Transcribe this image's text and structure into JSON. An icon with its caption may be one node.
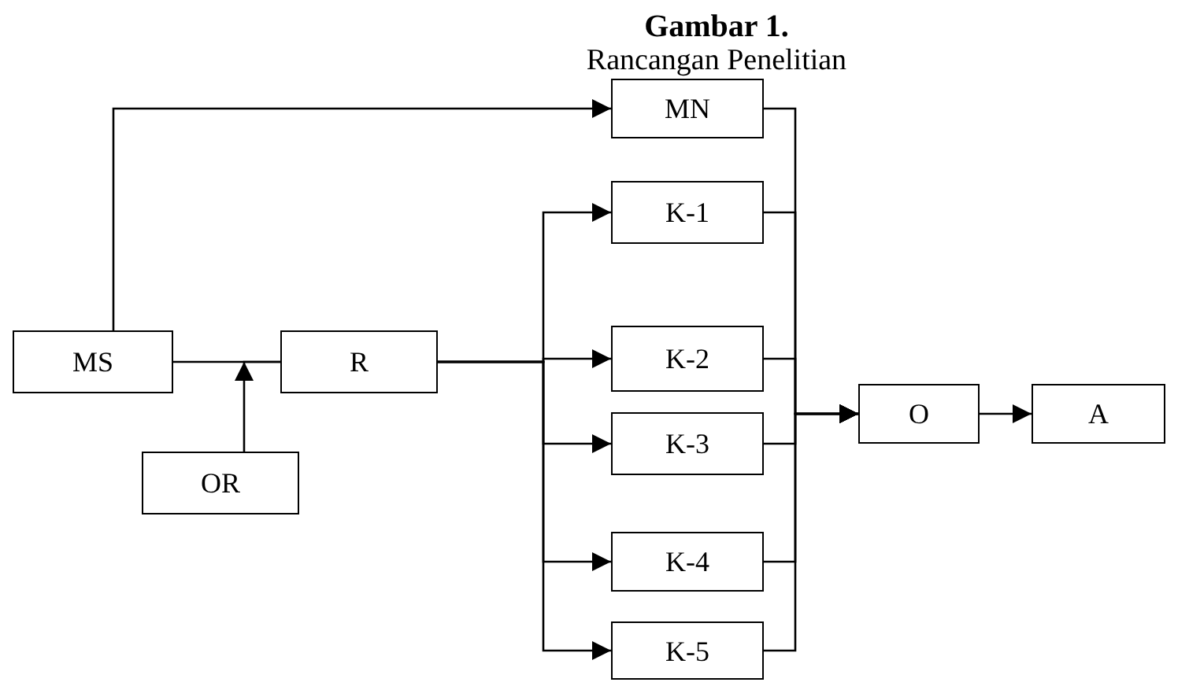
{
  "diagram": {
    "title": "Gambar 1.",
    "caption": "Rancangan Penelitian",
    "nodes": [
      {
        "text": [
          "MS"
        ]
      },
      {
        "text": [
          "R"
        ]
      },
      {
        "text": [
          "OR"
        ]
      },
      {
        "text": [
          "MN"
        ]
      },
      {
        "text": [
          "K-1"
        ]
      },
      {
        "text": [
          "K-2"
        ]
      },
      {
        "text": [
          "K-3"
        ]
      },
      {
        "text": [
          "K-4"
        ]
      },
      {
        "text": [
          "K-5"
        ]
      },
      {
        "text": [
          "O"
        ]
      },
      {
        "text": [
          "A"
        ]
      }
    ],
    "edges": [
      {
        "from": 0,
        "to": 3,
        "arrow": "to"
      },
      {
        "from": 0,
        "to": 1,
        "arrow": "none"
      },
      {
        "from": 2,
        "to": 1,
        "arrow": "to"
      },
      {
        "from": 1,
        "to": 4,
        "arrow": "to"
      },
      {
        "from": 1,
        "to": 5,
        "arrow": "to"
      },
      {
        "from": 1,
        "to": 6,
        "arrow": "to"
      },
      {
        "from": 1,
        "to": 7,
        "arrow": "to"
      },
      {
        "from": 1,
        "to": 8,
        "arrow": "to"
      },
      {
        "from": 3,
        "to": 9,
        "arrow": "to"
      },
      {
        "from": 4,
        "to": 9,
        "arrow": "to"
      },
      {
        "from": 5,
        "to": 9,
        "arrow": "to"
      },
      {
        "from": 6,
        "to": 9,
        "arrow": "to"
      },
      {
        "from": 7,
        "to": 9,
        "arrow": "to"
      },
      {
        "from": 8,
        "to": 9,
        "arrow": "to"
      },
      {
        "from": 9,
        "to": 10,
        "arrow": "to"
      }
    ]
  }
}
